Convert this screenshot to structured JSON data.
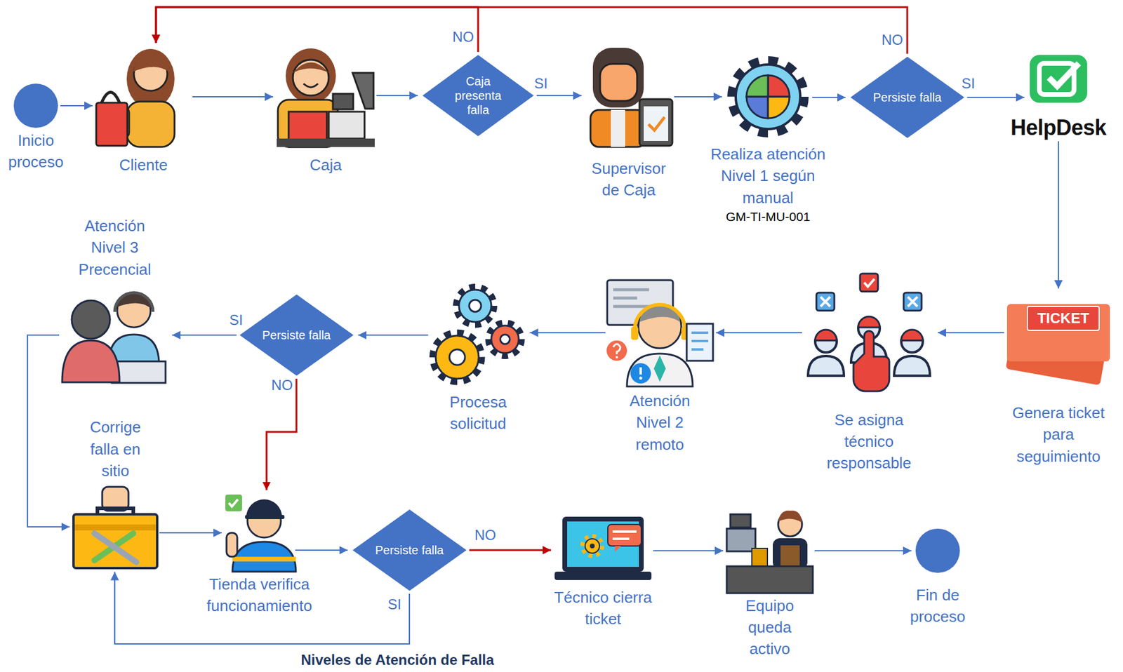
{
  "diagram": {
    "title": "Niveles de Atención de Falla",
    "nodes": [
      {
        "text": [
          "Inicio proceso"
        ]
      },
      {
        "text": [
          "Cliente"
        ]
      },
      {
        "text": [
          "Caja"
        ]
      },
      {
        "text": [
          "Caja presenta falla"
        ]
      },
      {
        "text": [
          "Supervisor de Caja"
        ]
      },
      {
        "text": [
          "Realiza atención Nivel 1 según manual",
          "GM-TI-MU-001"
        ]
      },
      {
        "text": [
          "Persiste falla"
        ]
      },
      {
        "text": [
          "HelpDesk"
        ]
      },
      {
        "text": [
          "Genera ticket para seguimiento"
        ]
      },
      {
        "text": [
          "Se asigna técnico responsable"
        ]
      },
      {
        "text": [
          "Atención Nivel 2 remoto"
        ]
      },
      {
        "text": [
          "Procesa solicitud"
        ]
      },
      {
        "text": [
          "Persiste falla"
        ]
      },
      {
        "text": [
          "Atención Nivel 3 Precencial"
        ]
      },
      {
        "text": [
          "Corrige falla en sitio"
        ]
      },
      {
        "text": [
          "Tienda verifica funcionamiento"
        ]
      },
      {
        "text": [
          "Persiste falla"
        ]
      },
      {
        "text": [
          "Técnico cierra ticket"
        ]
      },
      {
        "text": [
          "Equipo queda activo"
        ]
      },
      {
        "text": [
          "Fin de proceso"
        ]
      }
    ],
    "edges": [
      {
        "from": 0,
        "to": 1,
        "arrow": "to"
      },
      {
        "from": 1,
        "to": 2,
        "arrow": "to"
      },
      {
        "from": 2,
        "to": 3,
        "arrow": "to"
      },
      {
        "from": 3,
        "to": 4,
        "label": "SI",
        "arrow": "to"
      },
      {
        "from": 3,
        "to": 1,
        "label": "NO",
        "arrow": "to"
      },
      {
        "from": 4,
        "to": 5,
        "arrow": "to"
      },
      {
        "from": 5,
        "to": 6,
        "arrow": "to"
      },
      {
        "from": 6,
        "to": 7,
        "label": "SI",
        "arrow": "to"
      },
      {
        "from": 6,
        "to": 1,
        "label": "NO",
        "arrow": "to"
      },
      {
        "from": 7,
        "to": 8,
        "arrow": "to"
      },
      {
        "from": 8,
        "to": 9,
        "arrow": "to"
      },
      {
        "from": 9,
        "to": 10,
        "arrow": "to"
      },
      {
        "from": 10,
        "to": 11,
        "arrow": "to"
      },
      {
        "from": 11,
        "to": 12,
        "arrow": "to"
      },
      {
        "from": 12,
        "to": 13,
        "label": "SI",
        "arrow": "to"
      },
      {
        "from": 12,
        "to": 15,
        "label": "NO",
        "arrow": "to"
      },
      {
        "from": 13,
        "to": 14,
        "arrow": "to"
      },
      {
        "from": 14,
        "to": 15,
        "arrow": "to"
      },
      {
        "from": 15,
        "to": 16,
        "arrow": "to"
      },
      {
        "from": 16,
        "to": 17,
        "label": "NO",
        "arrow": "to"
      },
      {
        "from": 16,
        "to": 14,
        "label": "SI",
        "arrow": "to"
      },
      {
        "from": 17,
        "to": 18,
        "arrow": "to"
      },
      {
        "from": 18,
        "to": 19,
        "arrow": "to"
      }
    ],
    "labels": [
      "TICKET"
    ]
  }
}
